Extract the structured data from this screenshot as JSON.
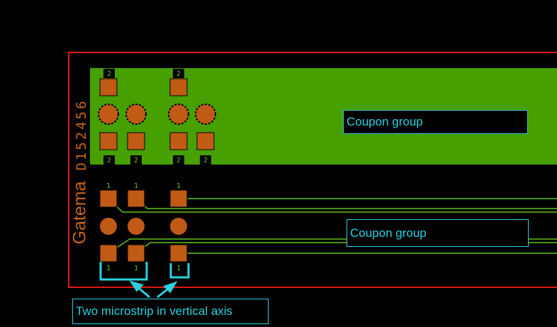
{
  "board": {
    "brand": "Gatema",
    "part_number": "D152456"
  },
  "pad_labels": {
    "top": "2",
    "bottom": "1"
  },
  "callouts": {
    "coupon_group_top": "Coupon group",
    "coupon_group_bottom": "Coupon group",
    "microstrip_note": "Two microstrip in vertical axis"
  },
  "colors": {
    "background": "#000000",
    "outline": "#e01818",
    "copper_area": "#45a000",
    "pad": "#c05a14",
    "trace": "#5fc020",
    "annotation": "#2ad0e0",
    "silkscreen": "#c86418"
  }
}
